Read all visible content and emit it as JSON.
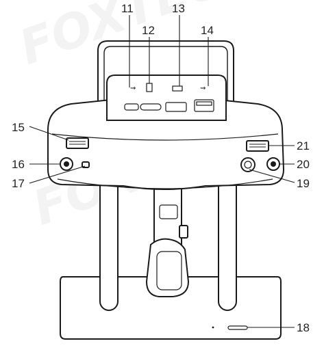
{
  "figure": {
    "callouts": [
      {
        "id": "c11",
        "text": "11"
      },
      {
        "id": "c12",
        "text": "12"
      },
      {
        "id": "c13",
        "text": "13"
      },
      {
        "id": "c14",
        "text": "14"
      },
      {
        "id": "c15",
        "text": "15"
      },
      {
        "id": "c16",
        "text": "16"
      },
      {
        "id": "c17",
        "text": "17"
      },
      {
        "id": "c18",
        "text": "18"
      },
      {
        "id": "c19",
        "text": "19"
      },
      {
        "id": "c20",
        "text": "20"
      },
      {
        "id": "c21",
        "text": "21"
      }
    ],
    "watermarks": [
      "FOXTECH",
      "FOXTECH"
    ]
  }
}
